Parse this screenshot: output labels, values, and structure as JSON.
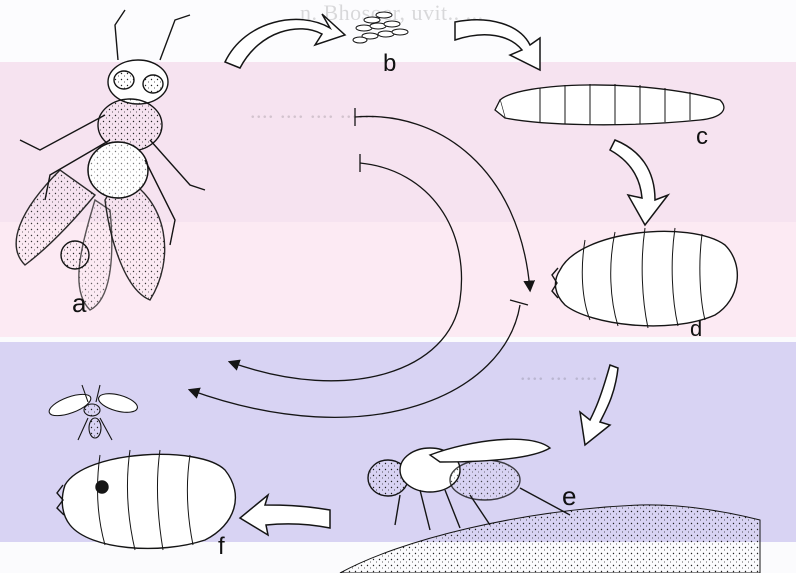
{
  "diagram": {
    "stage_labels": {
      "a": "a",
      "b": "b",
      "c": "c",
      "d": "d",
      "e": "e",
      "f": "f"
    },
    "colors": {
      "ink": "#151515",
      "paper": "#fbfbfd",
      "pink_band": "#f3cfe6",
      "lavender_band": "#c9c2ee",
      "light_pink_band": "#fbe6f1"
    },
    "icons": [
      "adult-fly-icon",
      "eggs-icon",
      "larva-icon",
      "puparium-icon",
      "parasitoid-wasp-icon",
      "ovipositing-fly-icon",
      "parasitized-puparium-icon",
      "cycle-arrow-icon"
    ]
  }
}
